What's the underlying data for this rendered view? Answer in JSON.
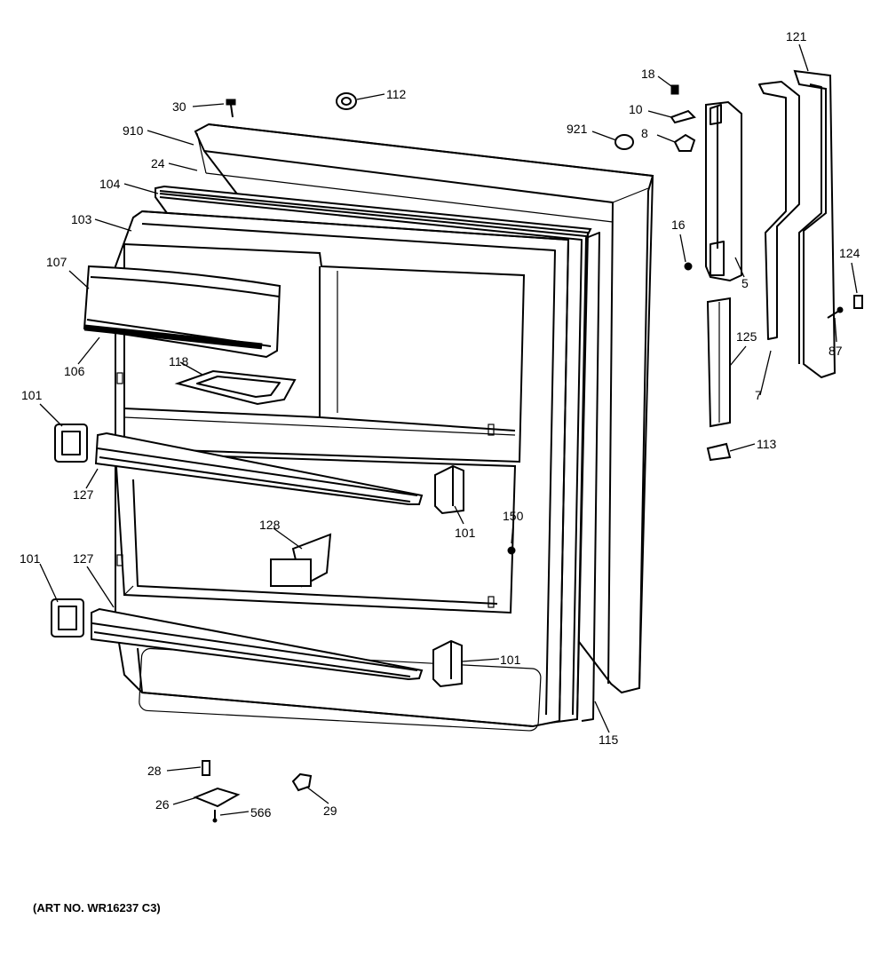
{
  "caption": "(ART NO. WR16237 C3)",
  "parts": {
    "p30": "30",
    "p112": "112",
    "p910": "910",
    "p24": "24",
    "p104": "104",
    "p103": "103",
    "p107": "107",
    "p106": "106",
    "p118": "118",
    "p101a": "101",
    "p127a": "127",
    "p101b": "101",
    "p128": "128",
    "p150": "150",
    "p101c": "101",
    "p127b": "127",
    "p101d": "101",
    "p115": "115",
    "p28": "28",
    "p26": "26",
    "p566": "566",
    "p29": "29",
    "p18": "18",
    "p10": "10",
    "p8": "8",
    "p921": "921",
    "p16": "16",
    "p5": "5",
    "p121": "121",
    "p124": "124",
    "p87": "87",
    "p125": "125",
    "p7": "7",
    "p113": "113"
  }
}
